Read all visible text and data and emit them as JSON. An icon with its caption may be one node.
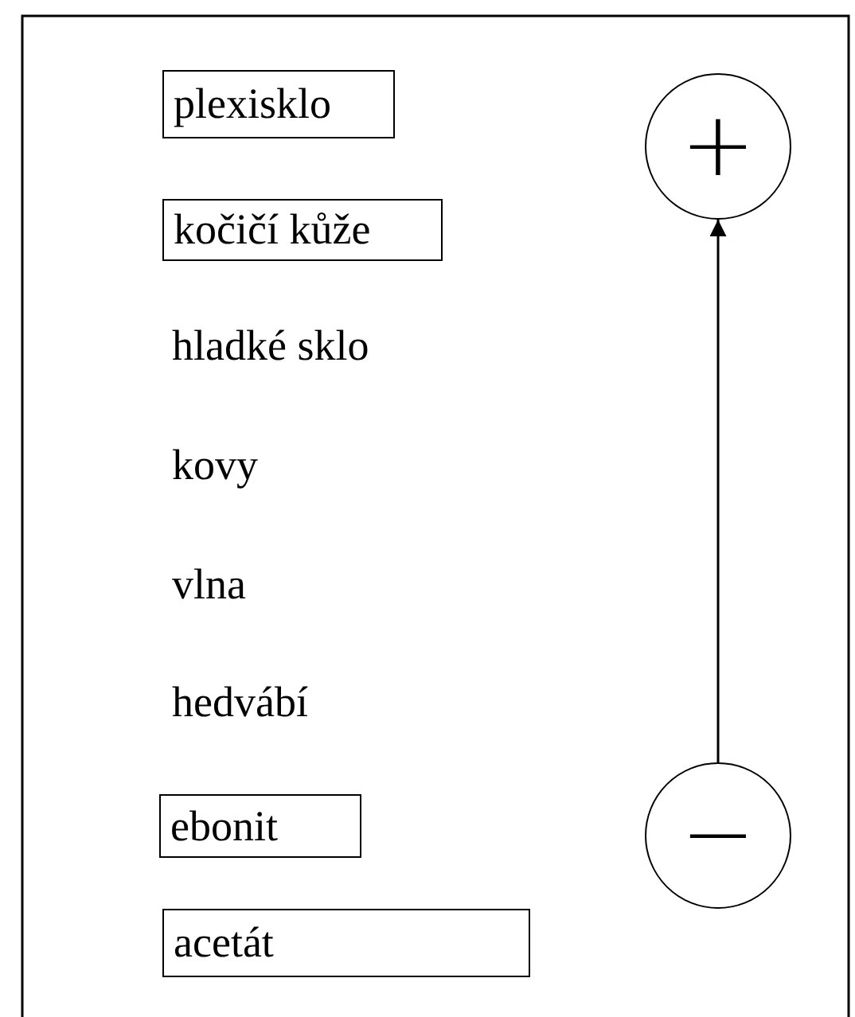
{
  "diagram": {
    "nodes": [
      {
        "text": [
          "plexisklo"
        ]
      },
      {
        "text": [
          "kočičí kůže"
        ]
      },
      {
        "text": [
          "ebonit"
        ]
      },
      {
        "text": [
          "acetát"
        ]
      },
      {
        "text": [
          "+"
        ]
      },
      {
        "text": [
          "−"
        ]
      }
    ],
    "edges": [
      {
        "from": 5,
        "to": 4,
        "arrow": "to"
      }
    ],
    "labels": [
      "hladké sklo",
      "kovy",
      "vlna",
      "hedvábí"
    ]
  }
}
